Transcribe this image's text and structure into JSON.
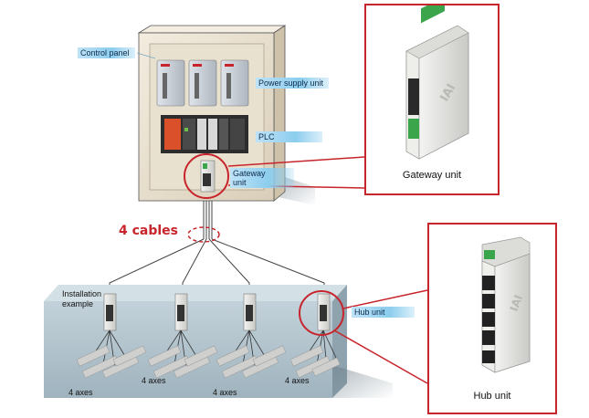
{
  "labels": {
    "control_panel": "Control panel",
    "power_supply_unit": "Power supply unit",
    "plc": "PLC",
    "gateway_unit_line1": "Gateway",
    "gateway_unit_line2": "unit",
    "cables": "4 cables",
    "installation_example_line1": "Installation",
    "installation_example_line2": "example",
    "hub_unit": "Hub unit",
    "axes": [
      "4 axes",
      "4 axes",
      "4 axes",
      "4 axes"
    ]
  },
  "callouts": {
    "gateway": {
      "caption": "Gateway unit",
      "brand": "IAI"
    },
    "hub": {
      "caption": "Hub unit",
      "brand": "IAI"
    }
  },
  "colors": {
    "accent_red": "#c8242b",
    "label_blue": "#8ccdee",
    "cabinet": "#ede4d4",
    "installation_plate": "#b3c4cd"
  }
}
